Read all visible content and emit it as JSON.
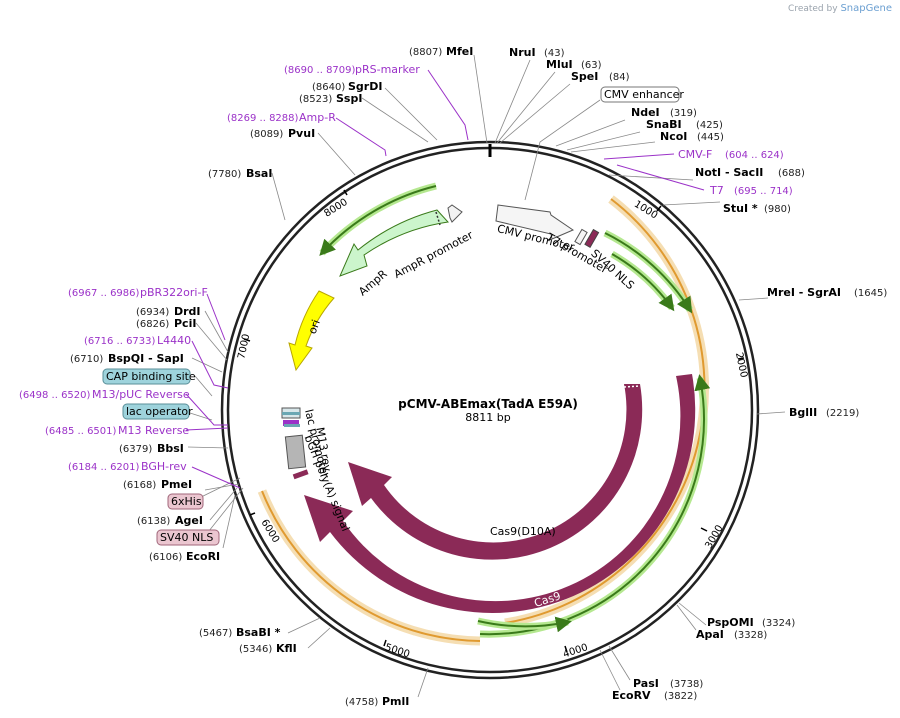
{
  "credit": {
    "prefix": "Created by",
    "brand": "SnapGene"
  },
  "plasmid": {
    "name": "pCMV-ABEmax(TadA E59A)",
    "size": "8811 bp"
  },
  "ticks": [
    "1000",
    "2000",
    "3000",
    "4000",
    "5000",
    "6000",
    "7000",
    "8000"
  ],
  "enzymes": [
    {
      "pos": "(8807)",
      "name": "MfeI"
    },
    {
      "pos": "(43)",
      "name": "NruI"
    },
    {
      "pos": "(63)",
      "name": "MluI"
    },
    {
      "pos": "(84)",
      "name": "SpeI"
    },
    {
      "pos": "(319)",
      "name": "NdeI"
    },
    {
      "pos": "(425)",
      "name": "SnaBI"
    },
    {
      "pos": "(445)",
      "name": "NcoI"
    },
    {
      "pos": "(688)",
      "name": "NotI  - SacII"
    },
    {
      "pos": "(980)",
      "name": "StuI *"
    },
    {
      "pos": "(1645)",
      "name": "MreI  - SgrAI"
    },
    {
      "pos": "(2219)",
      "name": "BglII"
    },
    {
      "pos": "(3324)",
      "name": "PspOMI"
    },
    {
      "pos": "(3328)",
      "name": "ApaI"
    },
    {
      "pos": "(3738)",
      "name": "PasI"
    },
    {
      "pos": "(3822)",
      "name": "EcoRV"
    },
    {
      "pos": "(4758)",
      "name": "PmlI"
    },
    {
      "pos": "(5346)",
      "name": "KflI"
    },
    {
      "pos": "(5467)",
      "name": "BsaBI *"
    },
    {
      "pos": "(6106)",
      "name": "EcoRI"
    },
    {
      "pos": "(6138)",
      "name": "AgeI"
    },
    {
      "pos": "(6168)",
      "name": "PmeI"
    },
    {
      "pos": "(6379)",
      "name": "BbsI"
    },
    {
      "pos": "(6710)",
      "name": "BspQI  - SapI"
    },
    {
      "pos": "(6826)",
      "name": "PciI"
    },
    {
      "pos": "(6934)",
      "name": "DrdI"
    },
    {
      "pos": "(7780)",
      "name": "BsaI"
    },
    {
      "pos": "(8089)",
      "name": "PvuI"
    },
    {
      "pos": "(8523)",
      "name": "SspI"
    },
    {
      "pos": "(8640)",
      "name": "SgrDI"
    }
  ],
  "primers": [
    {
      "pos": "(8690 .. 8709)",
      "name": "pRS-marker"
    },
    {
      "pos": "(8269 .. 8288)",
      "name": "Amp-R"
    },
    {
      "pos": "(604 .. 624)",
      "name": "CMV-F"
    },
    {
      "pos": "(695 .. 714)",
      "name": "T7"
    },
    {
      "pos": "(6967 .. 6986)",
      "name": "pBR322ori-F"
    },
    {
      "pos": "(6716 .. 6733)",
      "name": "L4440"
    },
    {
      "pos": "(6498 .. 6520)",
      "name": "M13/pUC Reverse"
    },
    {
      "pos": "(6485 .. 6501)",
      "name": "M13 Reverse"
    },
    {
      "pos": "(6184 .. 6201)",
      "name": "BGH-rev"
    }
  ],
  "boxed_features": [
    "CMV enhancer",
    "CAP binding site",
    "lac operator",
    "6xHis",
    "SV40 NLS"
  ],
  "features": {
    "cmv_promoter": "CMV promoter",
    "t7_promoter": "T7 promoter",
    "sv40_nls": "SV40 NLS",
    "ampr": "AmpR",
    "ampr_promoter": "AmpR promoter",
    "ori": "ori",
    "lac_promoter": "lac promoter",
    "m13_rev": "M13 rev",
    "bgh": "bGH poly(A) signal",
    "cas9_d10a": "Cas9(D10A)",
    "cas9": "Cas9"
  },
  "colors": {
    "backbone": "#222222",
    "cds": "#8b2a57",
    "cds_light": "#c8e8b4",
    "ampr_fill": "#ccf5cc",
    "ori_fill": "#ffff00",
    "orf_line": "#3a7a1a",
    "orf_glow": "#b5e890",
    "orange_orf": "#e09a30",
    "orange_glow": "#f5deb3",
    "primer": "#9b32c8",
    "box_blue": "#9ed3dc",
    "box_pink": "#ebc6d0"
  }
}
